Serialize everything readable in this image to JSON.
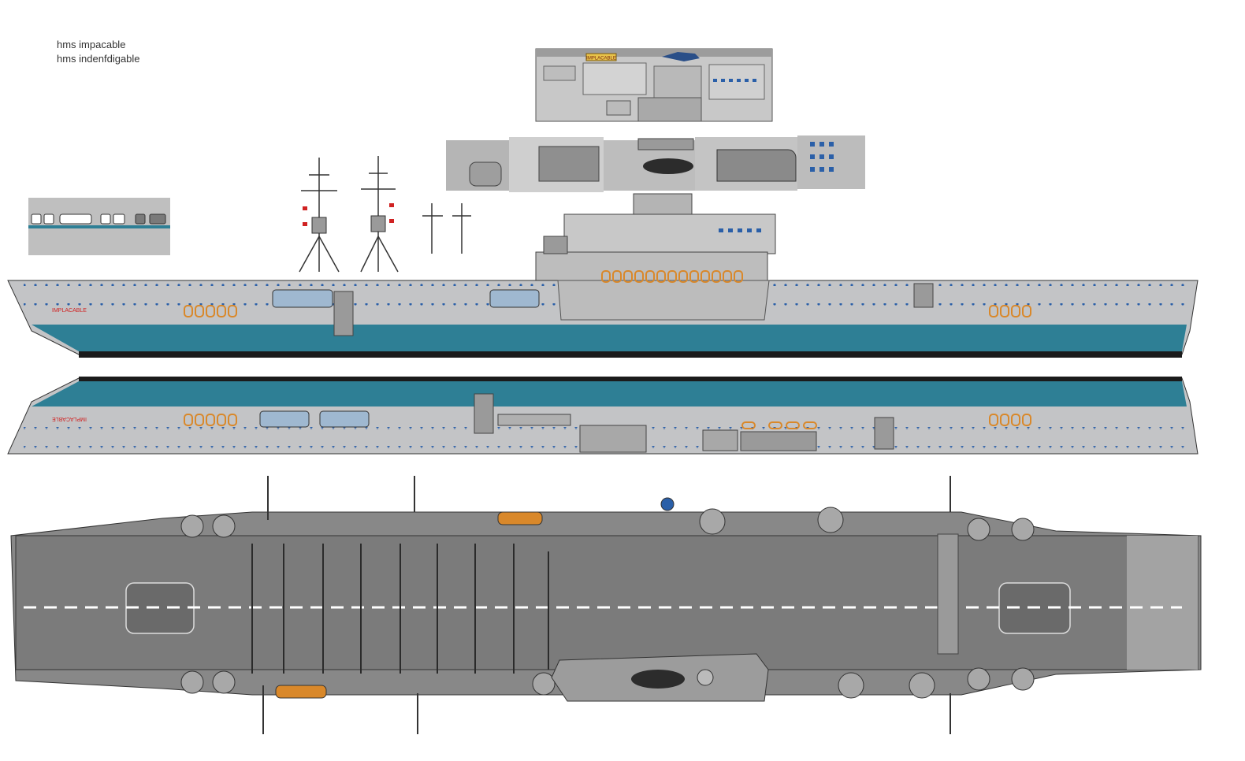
{
  "captions": {
    "line1": "hms impacable",
    "line2": "hms indenfdigable"
  },
  "hull_markings": {
    "port_name": "IMPLACABLE",
    "starboard_name": "IMPLACABLE",
    "island_plate": "IMPLACABLE"
  },
  "colors": {
    "hull_teal": "#2e7f95",
    "hull_grey": "#c3c4c6",
    "deck_grey": "#7b7b7b",
    "deck_light": "#a3a3a3",
    "boot_black": "#1b1b1b",
    "accent_orange": "#d9882a",
    "accent_red": "#d02222",
    "accent_blue": "#2a5fa8",
    "inset_bg": "#bfbfbf"
  }
}
